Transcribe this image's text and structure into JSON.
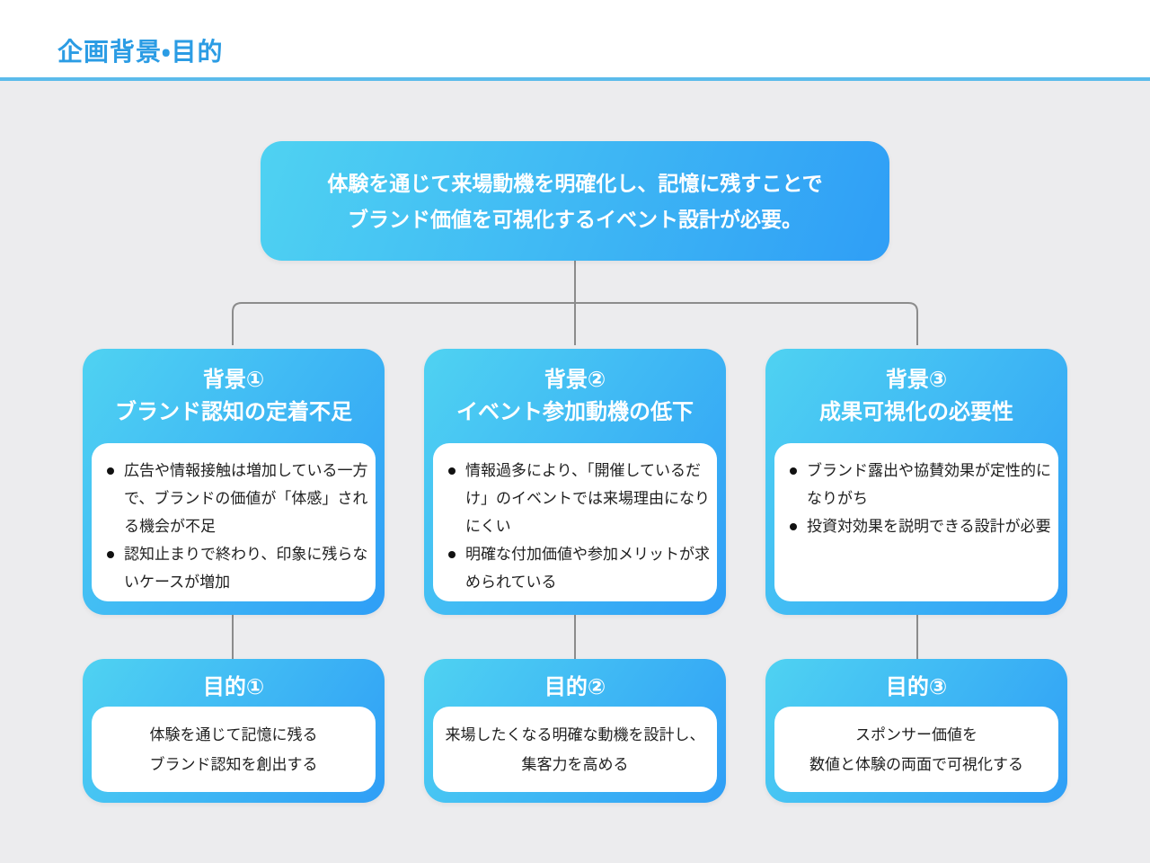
{
  "header": {
    "title": "企画背景・目的"
  },
  "summary_box": {
    "lines": [
      "体験を通じて来場動機を明確化し、記憶に残すことで",
      "ブランド価値を可視化するイベント設計が必要。"
    ]
  },
  "background_boxes": [
    {
      "label": "背景①",
      "subtitle": "ブランド認知の定着不足",
      "bullets": [
        "広告や情報接触は増加している一方で、ブランドの価値が「体感」される機会が不足",
        "認知止まりで終わり、印象に残らないケースが増加"
      ]
    },
    {
      "label": "背景②",
      "subtitle": "イベント参加動機の低下",
      "bullets": [
        "情報過多により、「開催しているだけ」のイベントでは来場理由になりにくい",
        "明確な付加価値や参加メリットが求められている"
      ]
    },
    {
      "label": "背景③",
      "subtitle": "成果可視化の必要性",
      "bullets": [
        "ブランド露出や協賛効果が定性的になりがち",
        "投資対効果を説明できる設計が必要"
      ]
    }
  ],
  "purpose_boxes": [
    {
      "label": "目的①",
      "lines": [
        "体験を通じて記憶に残る",
        "ブランド認知を創出する"
      ]
    },
    {
      "label": "目的②",
      "lines": [
        "来場したくなる明確な動機を設計し、",
        "集客力を高める"
      ]
    },
    {
      "label": "目的③",
      "lines": [
        "スポンサー価値を",
        "数値と体験の両面で可視化する"
      ]
    }
  ],
  "colors": {
    "title_blue": "#2B9CE4",
    "rule_blue": "#5BBBEB",
    "box_gradient_start": "#4FD2F2",
    "box_gradient_end": "#2F9EF6",
    "connector_gray": "#8C8C8C",
    "page_background": "#ECECEE",
    "panel_white": "#FFFFFF",
    "body_text": "#1F1F1F"
  }
}
